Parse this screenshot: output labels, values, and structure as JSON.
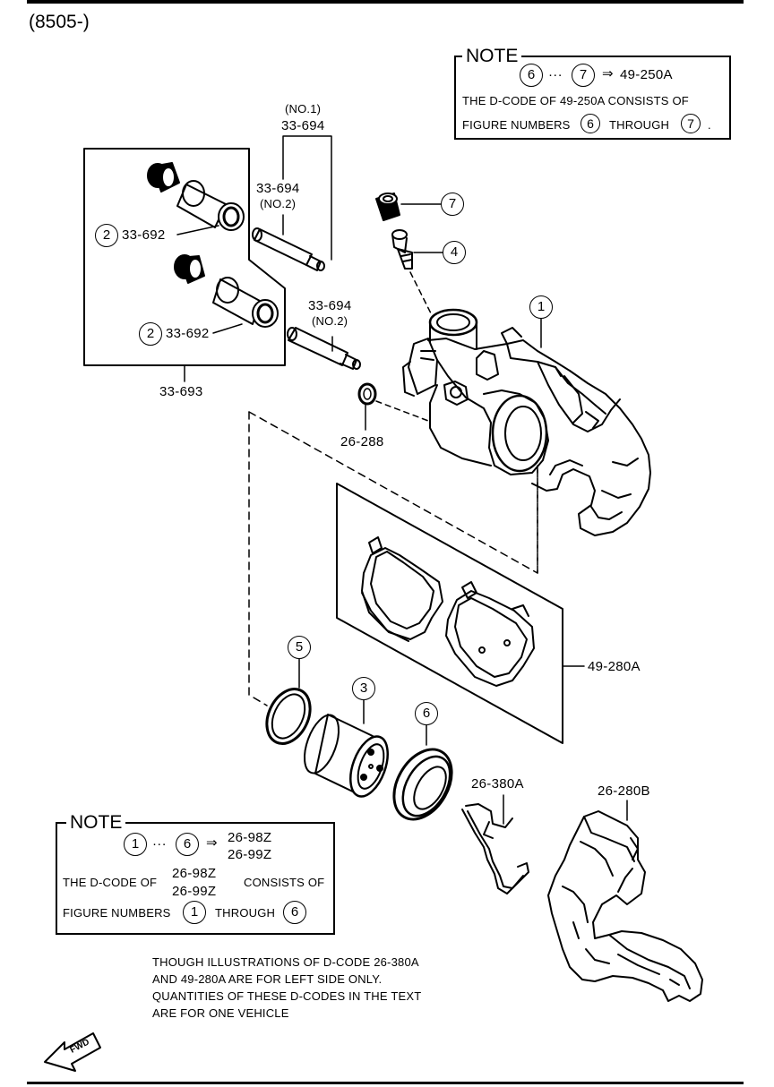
{
  "header": {
    "model_code": "(8505-)"
  },
  "note_top": {
    "title": "NOTE",
    "range_from": "6",
    "ellipsis": "···",
    "range_to": "7",
    "arrow": "⇒",
    "dcode": "49-250A",
    "line2": "THE D-CODE OF  49-250A  CONSISTS OF",
    "line3_pre": "FIGURE NUMBERS",
    "line3_from": "6",
    "line3_mid": "THROUGH",
    "line3_to": "7",
    "line3_end": "."
  },
  "parts": {
    "guide_pin_no1_tag": "(NO.1)",
    "guide_pin_no1_code": "33-694",
    "guide_pin_no2a_code": "33-694",
    "guide_pin_no2a_tag": "(NO.2)",
    "guide_pin_no2b_code": "33-694",
    "guide_pin_no2b_tag": "(NO.2)",
    "boot_upper_num": "2",
    "boot_upper_code": "33-692",
    "boot_lower_num": "2",
    "boot_lower_code": "33-692",
    "boot_kit_code": "33-693",
    "washer_code": "26-288",
    "pad_set_code": "49-280A",
    "spring_code": "26-380A",
    "bracket_code": "26-280B",
    "callout_1": "1",
    "callout_3": "3",
    "callout_4": "4",
    "callout_5": "5",
    "callout_6": "6",
    "callout_7": "7"
  },
  "note_bottom": {
    "title": "NOTE",
    "range_from": "1",
    "ellipsis": "···",
    "range_to": "6",
    "arrow": "⇒",
    "dcode_a": "26-98Z",
    "dcode_b": "26-99Z",
    "line2_pre": "THE D-CODE OF",
    "line2_a": "26-98Z",
    "line2_b": "26-99Z",
    "line2_post": "CONSISTS OF",
    "line3_pre": "FIGURE NUMBERS",
    "line3_from": "1",
    "line3_mid": "THROUGH",
    "line3_to": "6"
  },
  "footnote": {
    "line1": "THOUGH  ILLUSTRATIONS  OF  D-CODE  26-380A",
    "line2": "AND  49-280A  ARE  FOR  LEFT  SIDE  ONLY.",
    "line3": "QUANTITIES  OF  THESE  D-CODES  IN  THE  TEXT",
    "line4": "ARE  FOR  ONE  VEHICLE"
  },
  "direction_arrow": {
    "label": "FWD",
    "icon": "fwd-arrow-icon"
  }
}
